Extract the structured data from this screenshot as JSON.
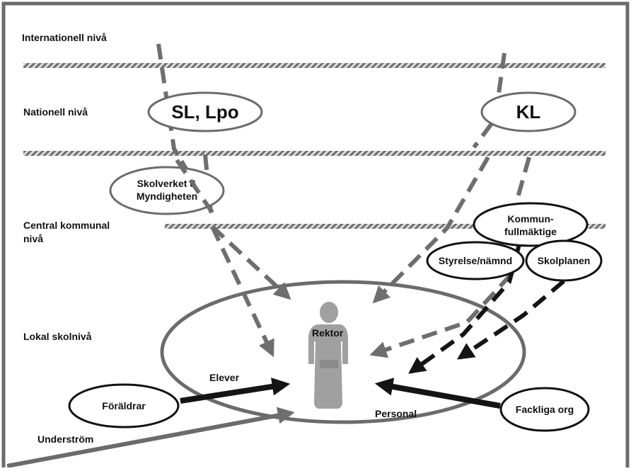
{
  "levels": {
    "international": "Internationell nivå",
    "national": "Nationell nivå",
    "central_line1": "Central kommunal",
    "central_line2": "nivå",
    "local": "Lokal skolnivå"
  },
  "actors": {
    "sl_lpo": "SL, Lpo",
    "kl": "KL",
    "skolverket_line1": "Skolverket &",
    "skolverket_line2": "Myndigheten",
    "kommun_line1": "Kommun-",
    "kommun_line2": "fullmäktige",
    "styrelse": "Styrelse/nämnd",
    "skolplanen": "Skolplanen",
    "foraldrar": "Föräldrar",
    "fackliga": "Fackliga org"
  },
  "school": {
    "rektor": "Rektor",
    "elever": "Elever",
    "personal": "Personal",
    "understrom": "Underström"
  },
  "colors": {
    "frame": "#6b6b6b",
    "dashed_arrow": "#6e6e6e",
    "dark_arrow": "#141414",
    "figure": "#a0a0a0",
    "hatch": "#7a7a7a"
  }
}
